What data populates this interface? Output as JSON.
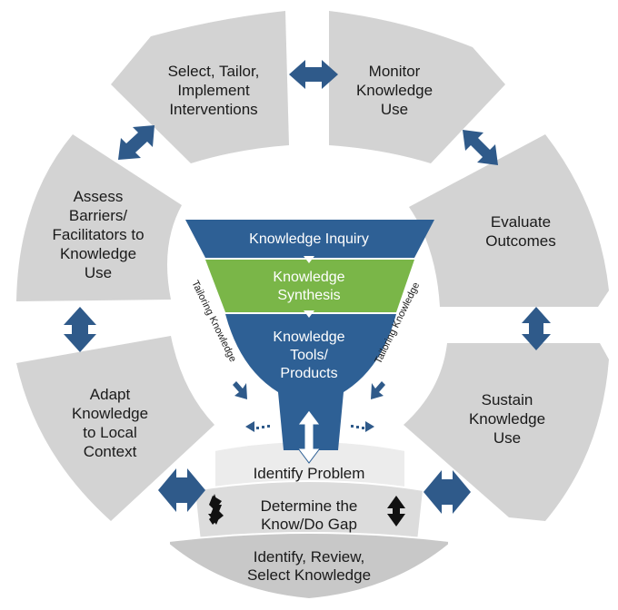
{
  "segments": {
    "select": [
      "Select, Tailor,",
      "Implement",
      "Interventions"
    ],
    "monitor": [
      "Monitor",
      "Knowledge",
      "Use"
    ],
    "evaluate": [
      "Evaluate",
      "Outcomes"
    ],
    "sustain": [
      "Sustain",
      "Knowledge",
      "Use"
    ],
    "adapt": [
      "Adapt",
      "Knowledge",
      "to Local",
      "Context"
    ],
    "assess": [
      "Assess",
      "Barriers/",
      "Facilitators to",
      "Knowledge",
      "Use"
    ]
  },
  "funnel": {
    "inquiry": "Knowledge Inquiry",
    "synthesis": [
      "Knowledge",
      "Synthesis"
    ],
    "tools": [
      "Knowledge",
      "Tools/",
      "Products"
    ],
    "tailoring_left": "Tailoring Knowledge",
    "tailoring_right": "Tailoring Knowledge"
  },
  "base": {
    "identify_problem": "Identify Problem",
    "gap": [
      "Determine the",
      "Know/Do Gap"
    ],
    "review": [
      "Identify, Review,",
      "Select Knowledge"
    ]
  },
  "colors": {
    "segment": "#d3d3d3",
    "arrow": "#2f5a8a",
    "funnel_blue": "#2e6095",
    "funnel_green": "#7ab648",
    "base_light": "#ececec"
  }
}
